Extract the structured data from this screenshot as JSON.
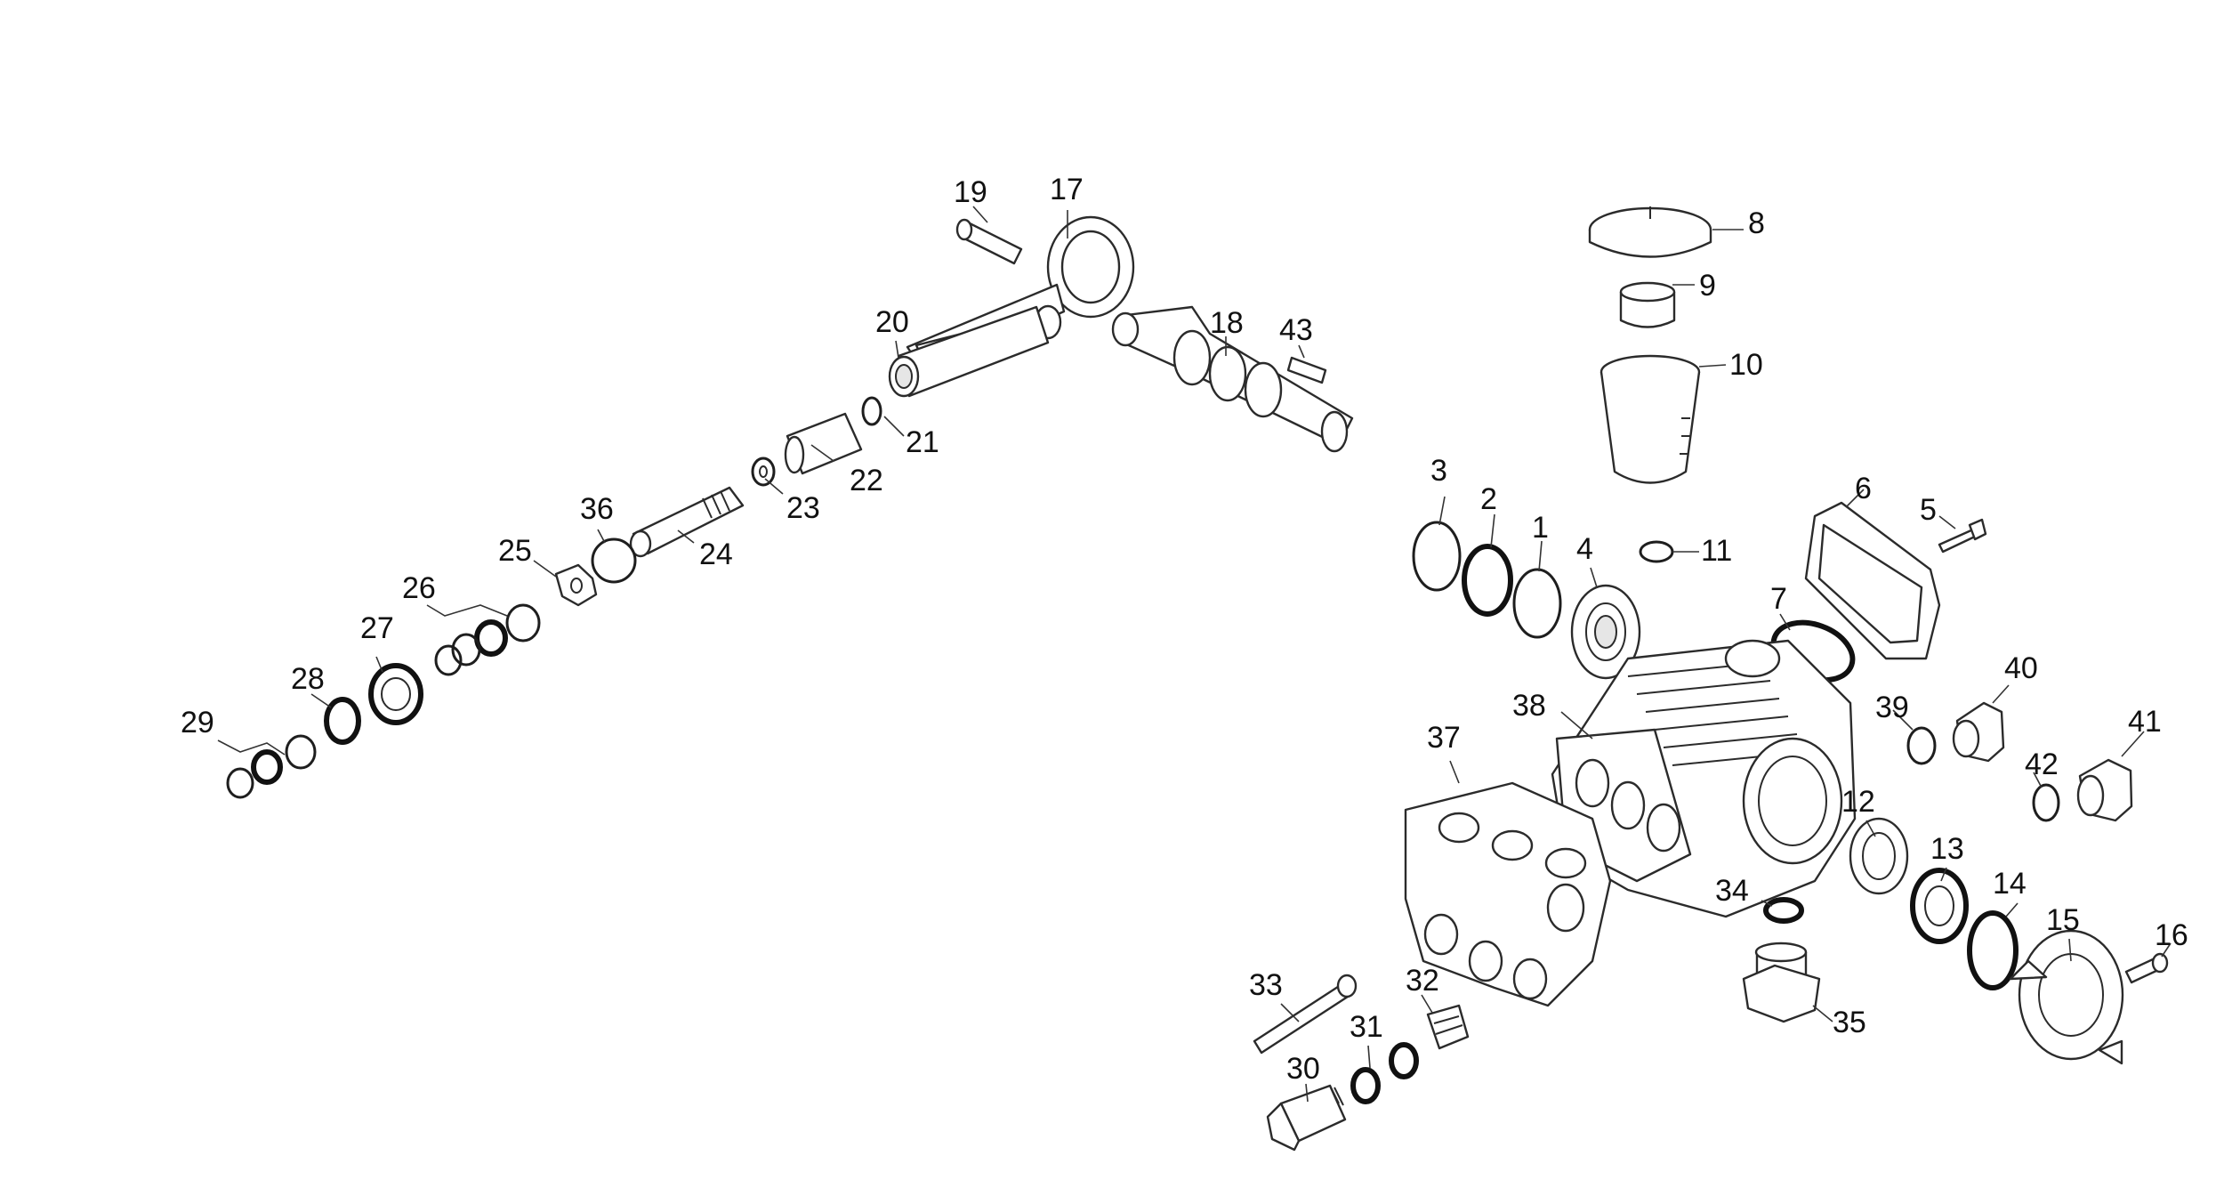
{
  "callouts": [
    "1",
    "2",
    "3",
    "4",
    "5",
    "6",
    "7",
    "8",
    "9",
    "10",
    "11",
    "12",
    "13",
    "14",
    "15",
    "16",
    "17",
    "18",
    "19",
    "20",
    "21",
    "22",
    "23",
    "24",
    "25",
    "26",
    "27",
    "28",
    "29",
    "30",
    "31",
    "32",
    "33",
    "34",
    "35",
    "36",
    "37",
    "38",
    "39",
    "40",
    "41",
    "42",
    "43"
  ]
}
